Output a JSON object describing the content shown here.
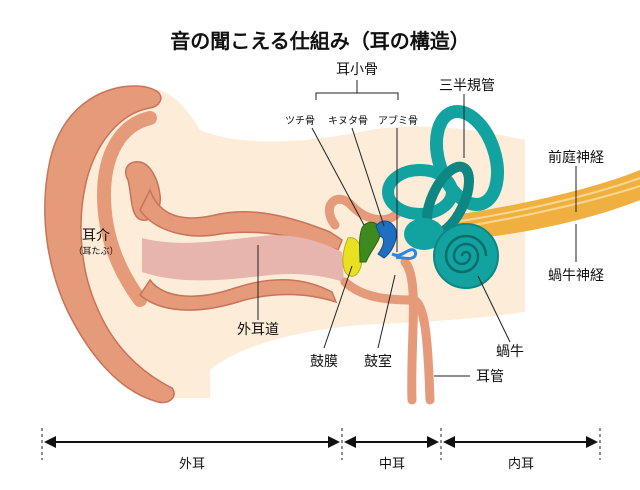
{
  "title": "音の聞こえる仕組み（耳の構造）",
  "labels": {
    "ear_ossicles": "耳小骨",
    "malleus": "ツチ骨",
    "incus": "キヌタ骨",
    "stapes": "アブミ骨",
    "semicircular_canals": "三半規管",
    "vestibular_nerve": "前庭神経",
    "cochlear_nerve": "蝸牛神経",
    "auricle": "耳介",
    "auricle_reading": "（耳たぶ）",
    "ear_canal": "外耳道",
    "eardrum": "鼓膜",
    "tympanic_cavity": "鼓室",
    "cochlea": "蝸牛",
    "eustachian_tube": "耳管"
  },
  "sections": {
    "outer": "外耳",
    "middle": "中耳",
    "inner": "内耳"
  },
  "colors": {
    "skin": "#fcecd8",
    "cartilage": "#e59a7a",
    "cartilage_outline": "#c9735a",
    "canal_inner": "#e8b4ae",
    "ossicle_blue": "#1f6fc0",
    "ossicle_green": "#3f8a1f",
    "eardrum": "#e8e020",
    "inner_ear": "#12a3a0",
    "nerve": "#f0b040"
  }
}
